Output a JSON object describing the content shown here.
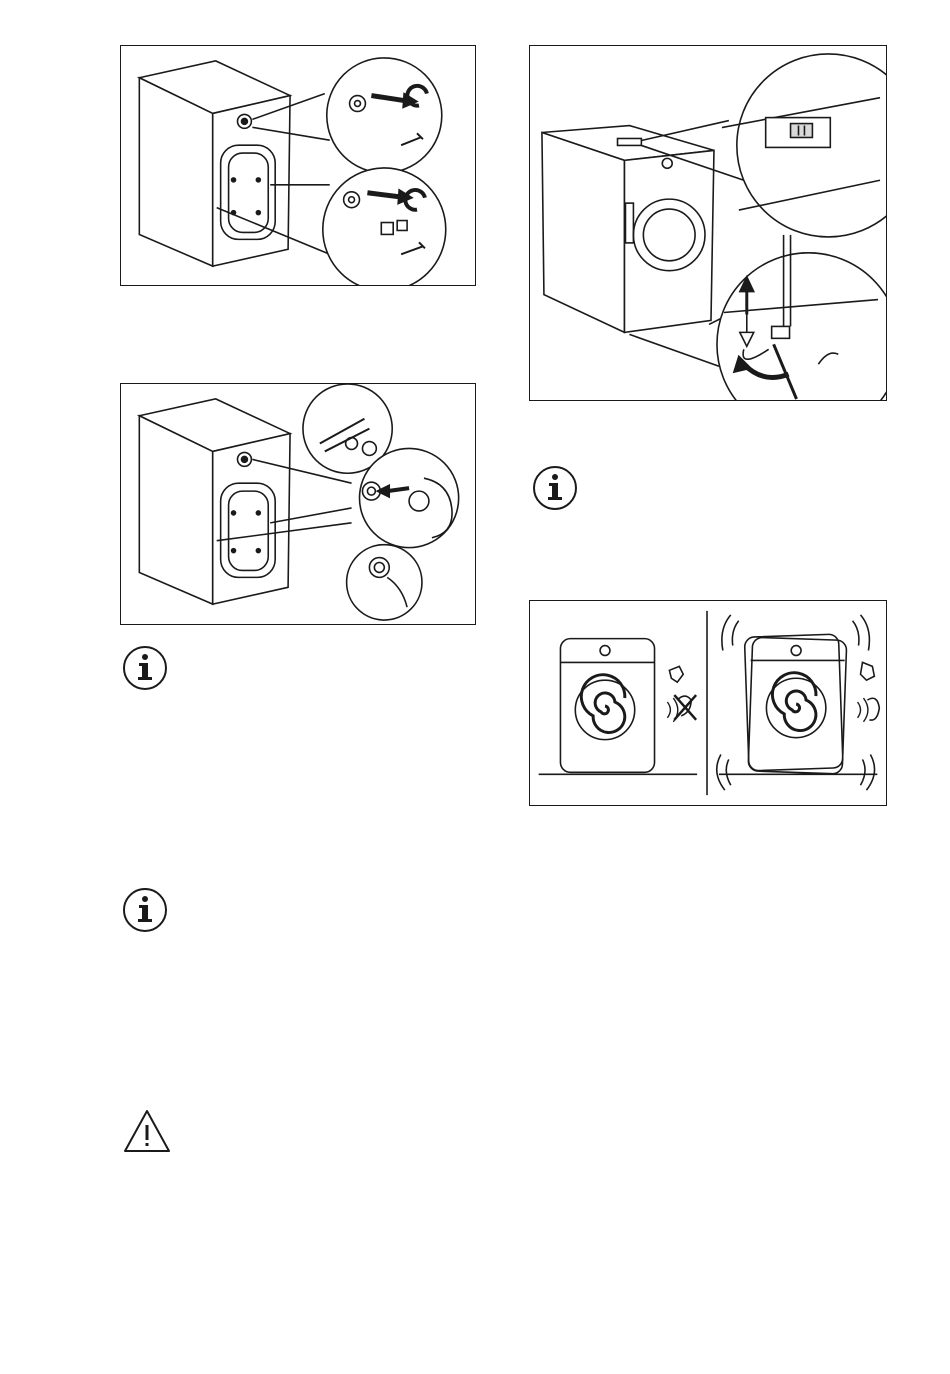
{
  "page": {
    "figures": [
      {
        "id": "fig1",
        "description_icon": "transport-bolts-removal-illustration"
      },
      {
        "id": "fig2",
        "description_icon": "plastic-caps-insertion-illustration"
      },
      {
        "id": "fig3",
        "description_icon": "leveling-feet-adjustment-illustration"
      },
      {
        "id": "fig4",
        "description_icon": "vibration-comparison-illustration"
      }
    ],
    "notes": [
      {
        "type": "info",
        "icon": "info-icon"
      },
      {
        "type": "info",
        "icon": "info-icon"
      },
      {
        "type": "info",
        "icon": "info-icon"
      },
      {
        "type": "warning",
        "icon": "warning-triangle-icon"
      }
    ]
  },
  "colors": {
    "line": "#1a1a1a",
    "fill": "#ffffff",
    "shade": "#d9d9d9"
  }
}
